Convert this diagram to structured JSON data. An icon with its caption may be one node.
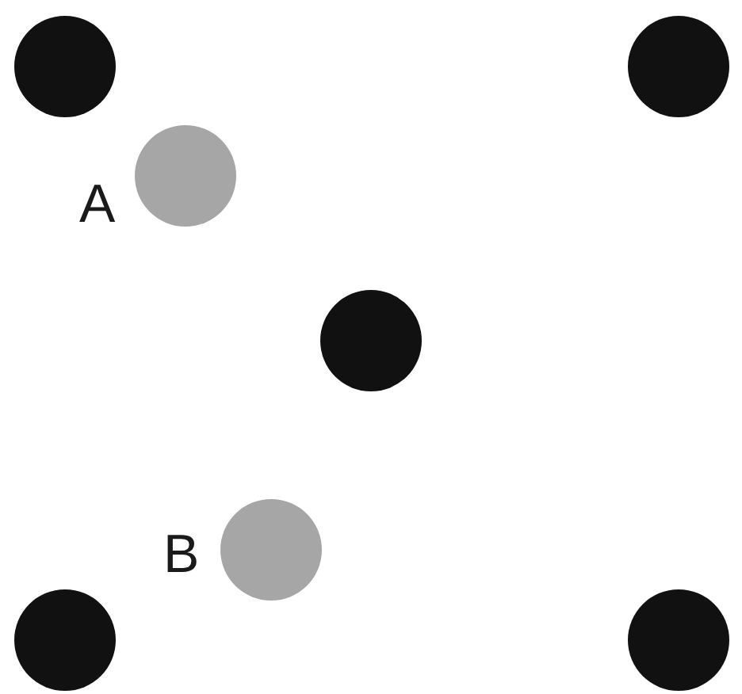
{
  "diagram": {
    "nodes": [
      {
        "text": [],
        "shape": "circle"
      },
      {
        "text": [],
        "shape": "circle"
      },
      {
        "text": [],
        "shape": "circle",
        "beside": [
          "A"
        ]
      },
      {
        "text": [],
        "shape": "circle"
      },
      {
        "text": [],
        "shape": "circle",
        "beside": [
          "B"
        ]
      },
      {
        "text": [],
        "shape": "circle"
      },
      {
        "text": [],
        "shape": "circle"
      }
    ]
  }
}
